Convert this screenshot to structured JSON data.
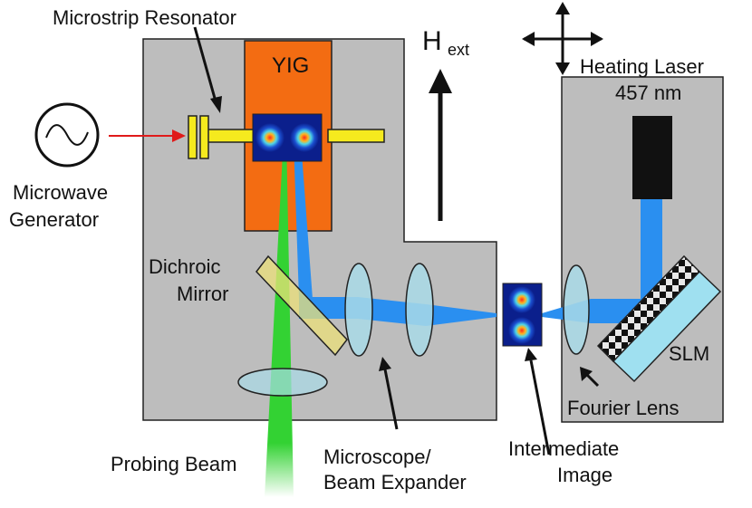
{
  "labels": {
    "microstrip_resonator": "Microstrip Resonator",
    "yig": "YIG",
    "h_main": "H",
    "h_sub": "ext",
    "heating_laser_line1": "Heating Laser",
    "heating_laser_line2": "457 nm",
    "microwave_line1": "Microwave",
    "microwave_line2": "Generator",
    "dichroic_line1": "Dichroic",
    "dichroic_line2": "Mirror",
    "slm": "SLM",
    "fourier_lens": "Fourier Lens",
    "probing_beam": "Probing Beam",
    "intermediate_line1": "Intermediate",
    "intermediate_line2": "Image",
    "microscope_line1": "Microscope/",
    "microscope_line2": "Beam Expander"
  },
  "colors": {
    "panel_fill": "#bdbdbd",
    "yig_orange": "#f36c12",
    "beam_blue": "#2a8ff0",
    "probe_green": "#33d233",
    "resonator_yellow": "#f5ea1e",
    "mirror_yellow": "#ece07a",
    "lens_fill": "#a9dbe8",
    "slm_cyan": "#9fe0f0",
    "arrow_red": "#e01a1a"
  }
}
